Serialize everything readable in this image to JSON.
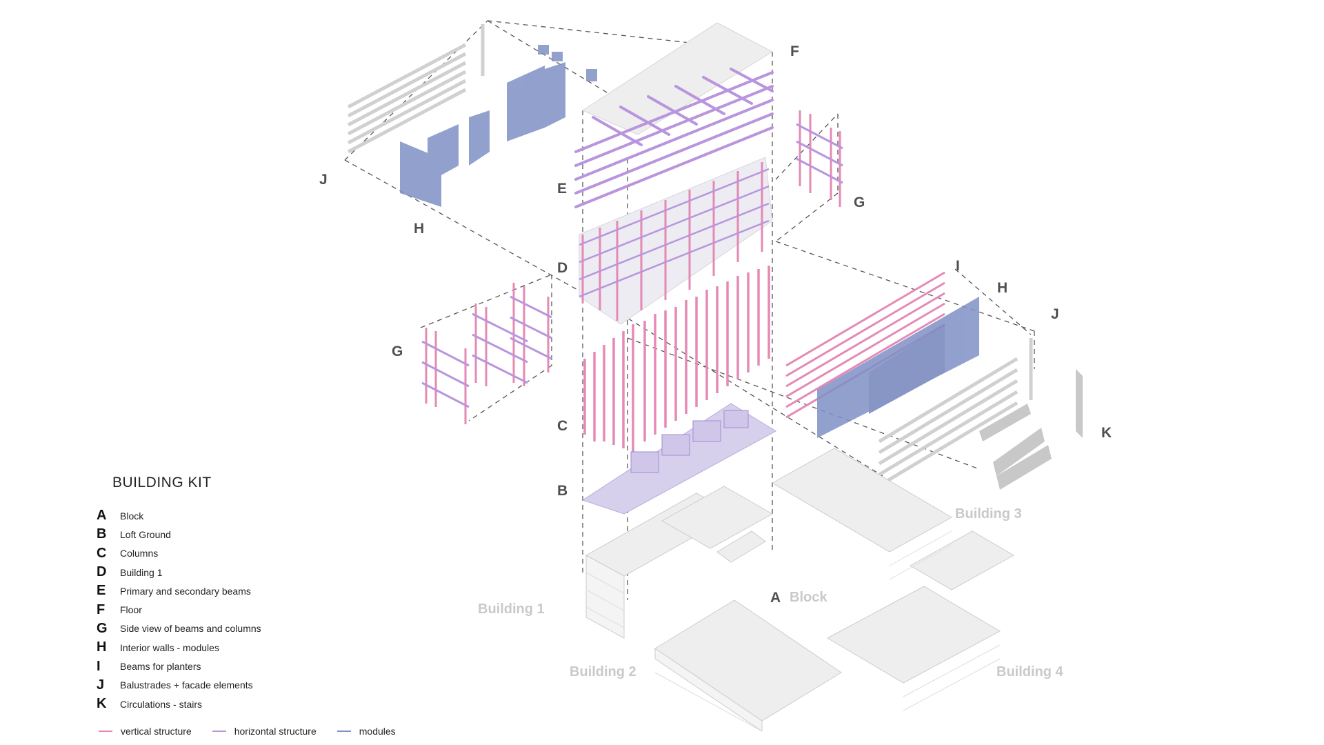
{
  "colors": {
    "vertical": "#e589b5",
    "horizontal": "#b995dd",
    "modules": "#8090c6",
    "grey": "#d0d0d0",
    "dashed": "#555555"
  },
  "part_labels": {
    "F": "F",
    "E": "E",
    "J_top": "J",
    "H_top": "H",
    "G_right": "G",
    "D": "D",
    "I": "I",
    "H_right": "H",
    "J_right": "J",
    "G_left": "G",
    "C": "C",
    "K": "K",
    "B": "B",
    "A": "A"
  },
  "building_labels": {
    "block": "Block",
    "b1": "Building 1",
    "b2": "Building 2",
    "b3": "Building 3",
    "b4": "Building 4"
  },
  "legend": {
    "title": "BUILDING KIT",
    "items": [
      {
        "key": "A",
        "label": "Block"
      },
      {
        "key": "B",
        "label": "Loft Ground"
      },
      {
        "key": "C",
        "label": "Columns"
      },
      {
        "key": "D",
        "label": "Building 1"
      },
      {
        "key": "E",
        "label": "Primary and secondary beams"
      },
      {
        "key": "F",
        "label": "Floor"
      },
      {
        "key": "G",
        "label": "Side view of beams and columns"
      },
      {
        "key": "H",
        "label": "Interior walls - modules"
      },
      {
        "key": "I",
        "label": "Beams for planters"
      },
      {
        "key": "J",
        "label": "Balustrades + facade elements"
      },
      {
        "key": "K",
        "label": "Circulations - stairs"
      }
    ],
    "structure": [
      {
        "label": "vertical structure",
        "color": "#e589b5"
      },
      {
        "label": "horizontal structure",
        "color": "#b995dd"
      },
      {
        "label": "modules",
        "color": "#8090c6"
      }
    ]
  }
}
